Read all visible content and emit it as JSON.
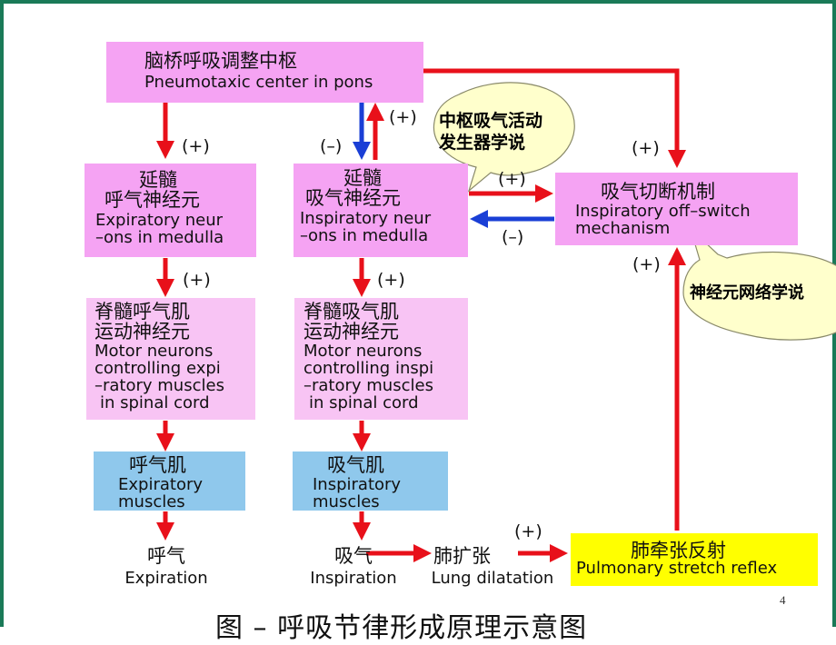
{
  "pneumotaxic": {
    "cn": "脑桥呼吸调整中枢",
    "en": "Pneumotaxic center in pons"
  },
  "exp_medulla": {
    "cn1": "延髓",
    "cn2": "呼气神经元",
    "en1": "Expiratory neur",
    "en2": "–ons in medulla"
  },
  "insp_medulla": {
    "cn1": "延髓",
    "cn2": "吸气神经元",
    "en1": "Inspiratory neur",
    "en2": "–ons in medulla"
  },
  "offswitch": {
    "cn": "吸气切断机制",
    "en1": "Inspiratory off–switch",
    "en2": "mechanism"
  },
  "exp_motor": {
    "cn1": "脊髓呼气肌",
    "cn2": "运动神经元",
    "en1": "Motor neurons",
    "en2": "controlling expi",
    "en3": "–ratory muscles",
    "en4": "in spinal cord"
  },
  "insp_motor": {
    "cn1": "脊髓吸气肌",
    "cn2": "运动神经元",
    "en1": "Motor neurons",
    "en2": "controlling inspi",
    "en3": "–ratory muscles",
    "en4": "in spinal cord"
  },
  "exp_muscle": {
    "cn": "呼气肌",
    "en1": "Expiratory",
    "en2": "muscles"
  },
  "insp_muscle": {
    "cn": "吸气肌",
    "en1": "Inspiratory",
    "en2": "muscles"
  },
  "expiration": {
    "cn": "呼气",
    "en": "Expiration"
  },
  "inspiration": {
    "cn": "吸气",
    "en": "Inspiration"
  },
  "lung": {
    "cn": "肺扩张",
    "en": "Lung dilatation"
  },
  "stretch": {
    "cn": "肺牵张反射",
    "en": "Pulmonary stretch reflex"
  },
  "bubble_top": {
    "line1": "中枢吸气活动",
    "line2": "发生器学说"
  },
  "bubble_right": {
    "text": "神经元网络学说"
  },
  "signs": {
    "plus": "(+)",
    "minus": "(–)"
  },
  "caption": "图 – 呼吸节律形成原理示意图",
  "page_number": "4",
  "colors": {
    "frame": "#1a7a58",
    "pink": "#f5a3f3",
    "light_pink": "#f8c4f4",
    "blue": "#8fc8ec",
    "yellow": "#ffff00",
    "excitatory_arrow": "#e8101a",
    "inhibitory_arrow": "#1a3fd6",
    "bubble_fill": "#ffffcc"
  }
}
